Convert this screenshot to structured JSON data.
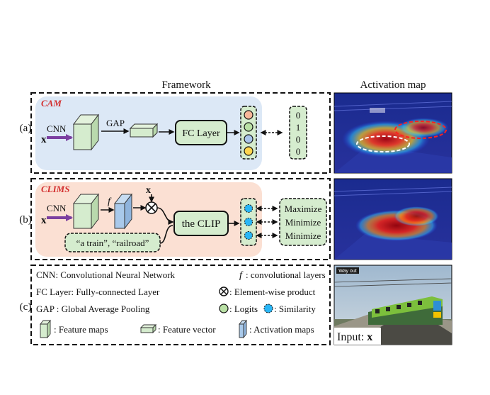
{
  "headers": {
    "framework": "Framework",
    "activation_map": "Activation map"
  },
  "row_labels": [
    "(a)",
    "(b)",
    "(c)"
  ],
  "panel_a": {
    "title": "CAM",
    "input_var": "x",
    "cnn_label": "CNN",
    "gap_label": "GAP",
    "box_label": "FC Layer",
    "logit_colors": [
      "#f7b79a",
      "#b9e0a5",
      "#a9c4eb",
      "#ffd54f"
    ],
    "target_values": [
      "0",
      "1",
      "0",
      "0"
    ]
  },
  "panel_b": {
    "title": "CLIMS",
    "input_var": "x",
    "cnn_label": "CNN",
    "f_label": "f",
    "x_top": "x",
    "box_label": "the CLIP",
    "text_prompt": "“a train”, “railroad”",
    "similarity_color": "#29b6f6",
    "objectives": [
      "Maximize",
      "Minimize",
      "Minimize"
    ]
  },
  "legend": {
    "cnn": "CNN: Convolutional Neural Network",
    "f": "f",
    "f_desc": ": convolutional layers",
    "fc": "FC Layer: Fully-connected Layer",
    "product": ": Element-wise product",
    "gap": "GAP : Global Average Pooling",
    "logits": ": Logits",
    "similarity": ": Similarity",
    "feature_maps": ": Feature maps",
    "feature_vector": ": Feature vector",
    "activation_maps": ": Activation maps"
  },
  "right_panel": {
    "sign_text": "Way out",
    "input_label": "Input: ",
    "input_var": "x"
  },
  "colors": {
    "cam_bg": "#dce8f6",
    "clims_bg": "#fbe0d3",
    "green_fill": "#d5ecce",
    "blue_fill": "#a9c9ea",
    "arrow_purple": "#7b3fa0",
    "cam_title": "#d32f2f",
    "logit_green": "#b9e0a5",
    "similarity_blue": "#29b6f6"
  }
}
